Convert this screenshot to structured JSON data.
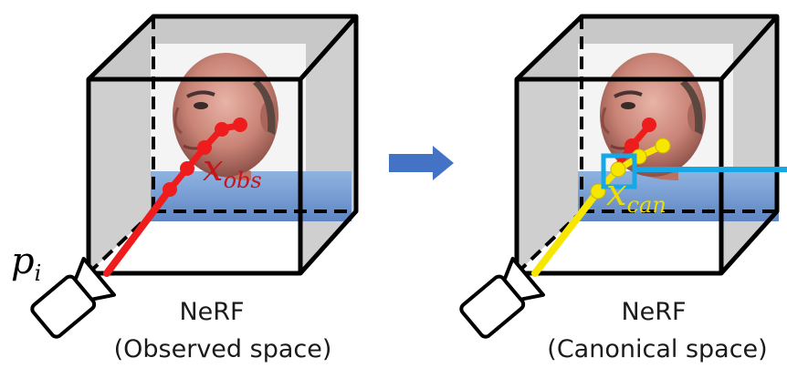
{
  "left_panel": {
    "camera_label": "p",
    "camera_label_sub": "i",
    "point_label": "x",
    "point_label_sub": "obs",
    "title": "NeRF",
    "subtitle": "(Observed space)"
  },
  "right_panel": {
    "point_label": "x",
    "point_label_sub": "can",
    "title": "NeRF",
    "subtitle": "(Canonical space)"
  },
  "colors": {
    "observed_ray": "#ee1c1c",
    "canonical_ray": "#f7e600",
    "highlight_box": "#16a8e6",
    "arrow": "#4472c4",
    "cube_face": "#cfcfcf",
    "edge": "#000000"
  }
}
